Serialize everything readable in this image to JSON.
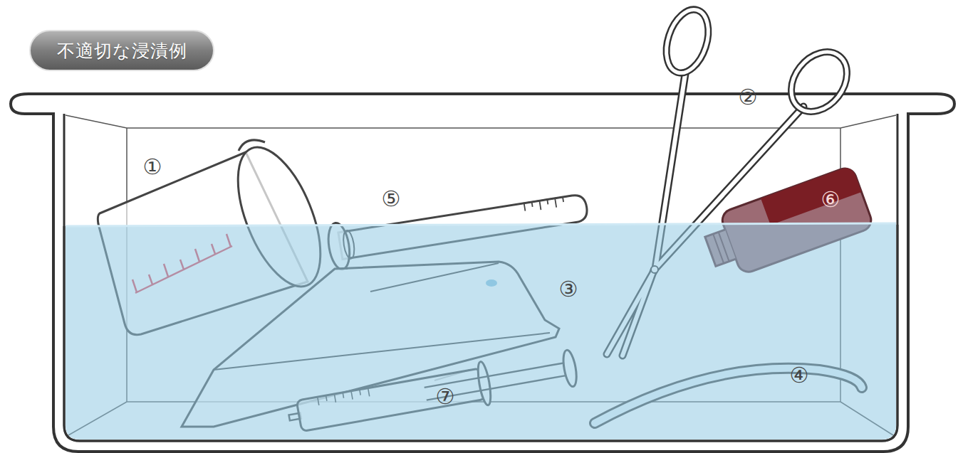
{
  "diagram": {
    "title": "不適切な浸漬例",
    "labels": [
      "①",
      "②",
      "③",
      "④",
      "⑤",
      "⑥",
      "⑦"
    ]
  }
}
